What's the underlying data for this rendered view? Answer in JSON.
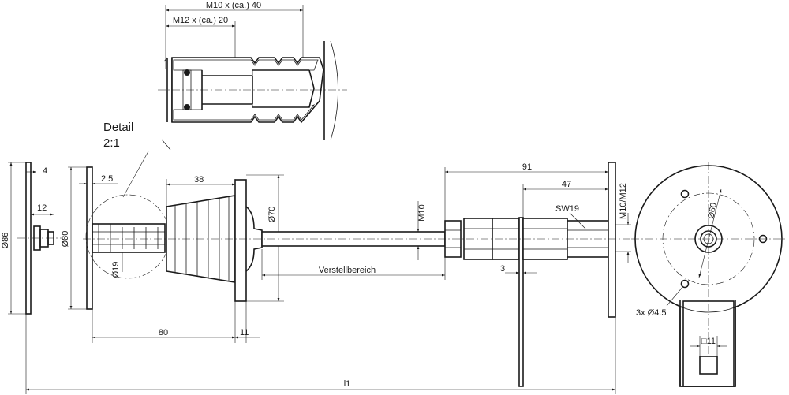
{
  "detail": {
    "line1": "Detail",
    "line2": "2:1"
  },
  "dims": {
    "m10_depth": "M10 x (ca.) 40",
    "m12_depth": "M12 x (ca.) 20",
    "d86": "Ø86",
    "w4": "4",
    "w12": "12",
    "d80": "Ø80",
    "w2_5": "2.5",
    "d19": "Ø19",
    "w38": "38",
    "d70": "Ø70",
    "w80": "80",
    "w11": "11",
    "m10": "M10",
    "adjust": "Verstellbereich",
    "w91": "91",
    "w47": "47",
    "w3": "3",
    "sw19": "SW19",
    "m10m12": "M10/M12",
    "d60": "Ø60",
    "holes": "3x Ø4.5",
    "sq11": "□11",
    "l1": "l1"
  }
}
